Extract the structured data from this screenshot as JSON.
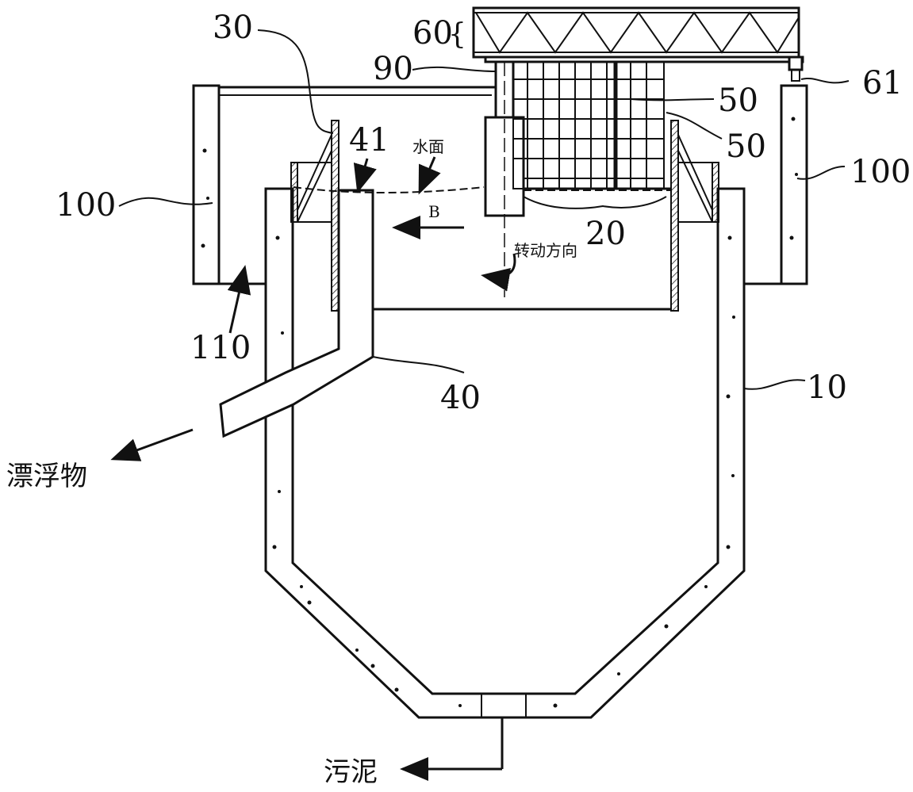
{
  "labels": {
    "l30": "30",
    "l60": "60",
    "l90": "90",
    "l61": "61",
    "l50a": "50",
    "l50b": "50",
    "l41": "41",
    "l100_left": "100",
    "l100_right": "100",
    "l20": "20",
    "l110": "110",
    "l40": "40",
    "l10": "10",
    "water_surface": "水面",
    "direction_b": "B",
    "rotation": "转动方向",
    "floating_matter": "漂浮物",
    "sludge": "污泥"
  }
}
